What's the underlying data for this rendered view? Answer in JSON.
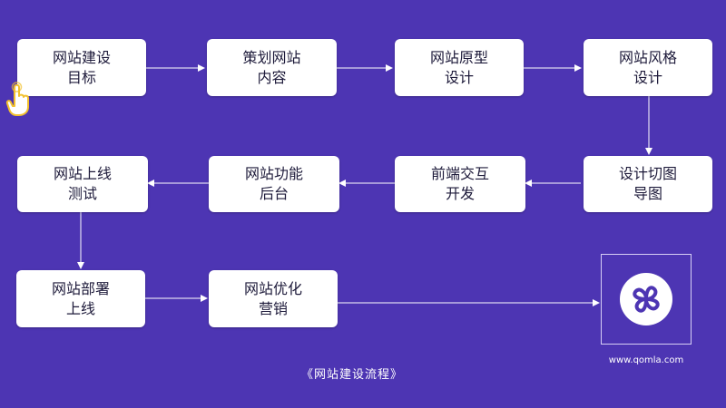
{
  "steps": [
    {
      "line1": "网站建设",
      "line2": "目标"
    },
    {
      "line1": "策划网站",
      "line2": "内容"
    },
    {
      "line1": "网站原型",
      "line2": "设计"
    },
    {
      "line1": "网站风格",
      "line2": "设计"
    },
    {
      "line1": "设计切图",
      "line2": "导图"
    },
    {
      "line1": "前端交互",
      "line2": "开发"
    },
    {
      "line1": "网站功能",
      "line2": "后台"
    },
    {
      "line1": "网站上线",
      "line2": "测试"
    },
    {
      "line1": "网站部署",
      "line2": "上线"
    },
    {
      "line1": "网站优化",
      "line2": "营销"
    }
  ],
  "caption": "《网站建设流程》",
  "logo": {
    "url": "www.qomla.com",
    "icon": "qomla-logo-icon"
  },
  "pointer": {
    "icon": "hand-pointer-icon"
  },
  "colors": {
    "background": "#4d35b3",
    "node": "#ffffff",
    "arrow": "#ffffff"
  }
}
